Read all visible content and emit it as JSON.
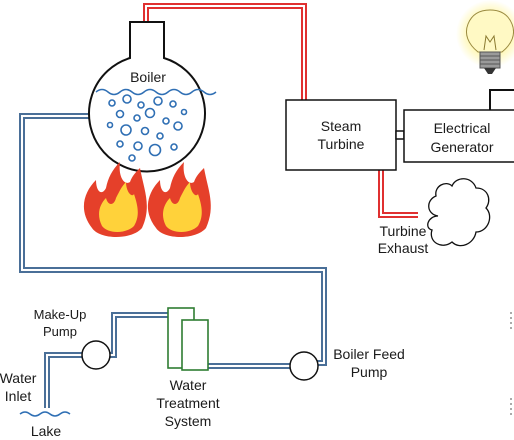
{
  "labels": {
    "boiler": "Boiler",
    "steam_turbine_1": "Steam",
    "steam_turbine_2": "Turbine",
    "generator_1": "Electrical",
    "generator_2": "Generator",
    "turbine_exhaust_1": "Turbine",
    "turbine_exhaust_2": "Exhaust",
    "makeup_pump_1": "Make-Up",
    "makeup_pump_2": "Pump",
    "water_inlet_1": "Water",
    "water_inlet_2": "Inlet",
    "lake": "Lake",
    "water_treatment_1": "Water",
    "water_treatment_2": "Treatment",
    "water_treatment_3": "System",
    "boiler_feed_pump_1": "Boiler Feed",
    "boiler_feed_pump_2": "Pump"
  },
  "colors": {
    "steam_pipe": "#e03030",
    "water_pipe": "#4a6f98",
    "water_line": "#2f6fb4",
    "treatment_system": "#2f7d32",
    "flame_outer": "#e5402a",
    "flame_inner": "#ffd23a",
    "bulb_glow": "#fff59a"
  }
}
